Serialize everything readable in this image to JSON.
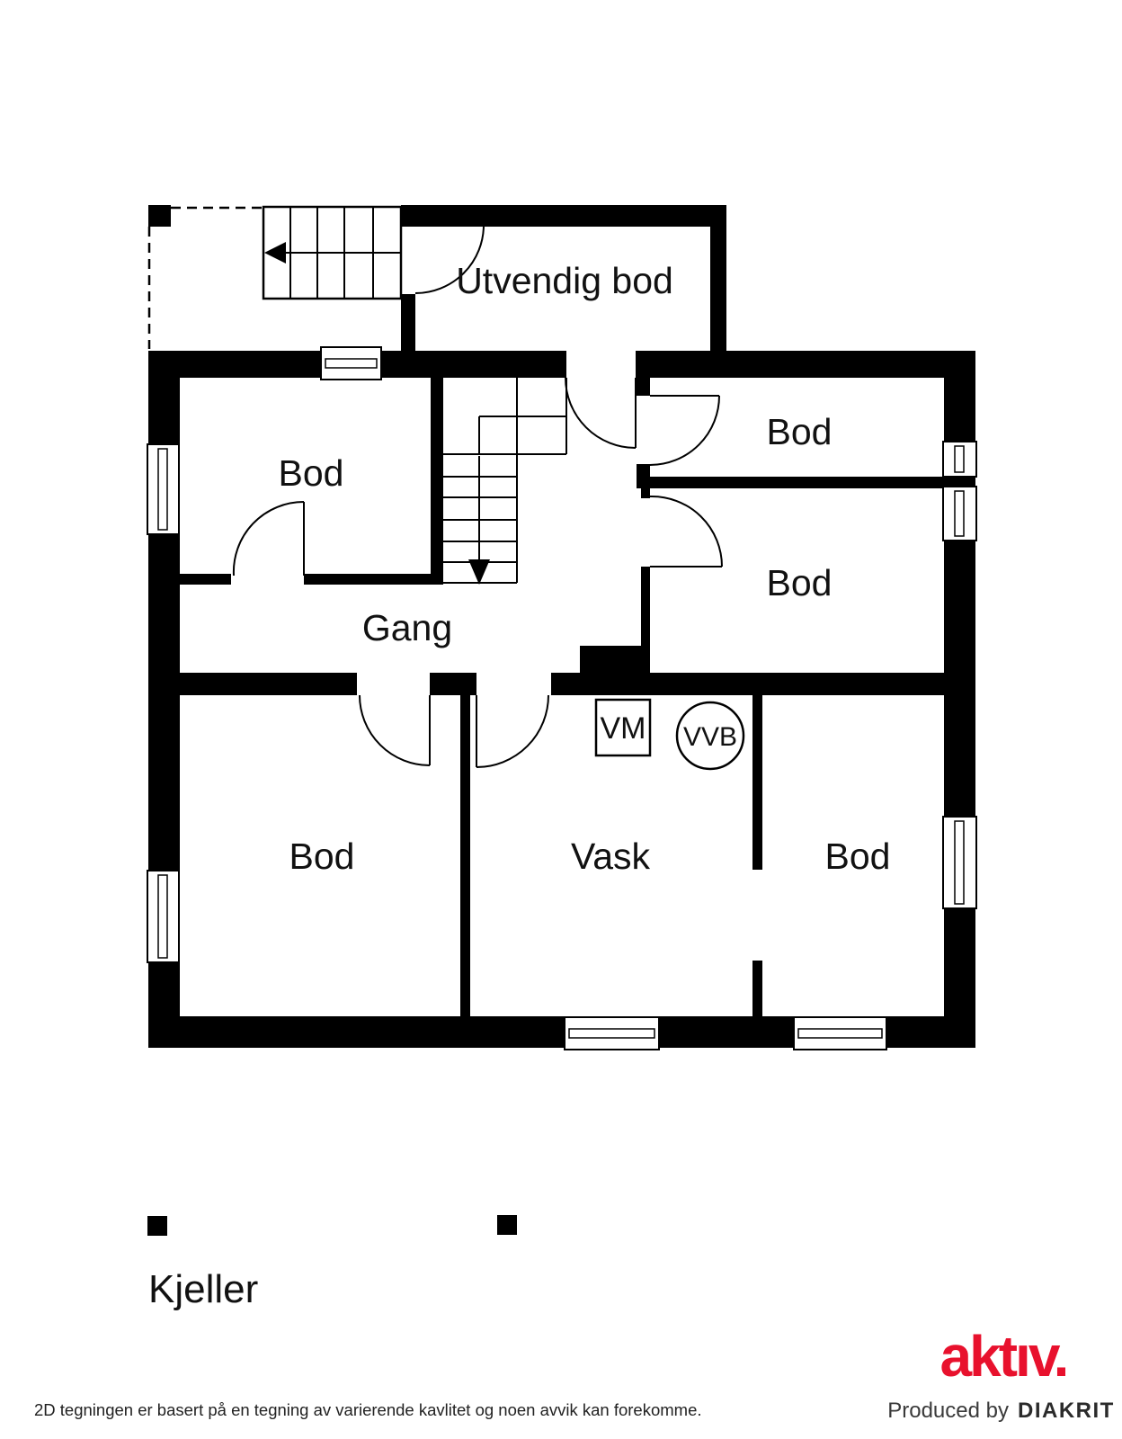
{
  "floor_plan": {
    "floor_label": "Kjeller",
    "rooms": {
      "utvendig_bod": "Utvendig bod",
      "bod_top_left": "Bod",
      "bod_top_right": "Bod",
      "bod_mid_right": "Bod",
      "gang": "Gang",
      "bod_bottom_left": "Bod",
      "vask": "Vask",
      "bod_bottom_right": "Bod"
    },
    "appliances": {
      "washing_machine": "VM",
      "water_heater": "VVB"
    },
    "icons": {
      "stairs_up_arrow": "left-arrow",
      "stairs_down_arrow": "down-arrow",
      "floor_markers": "black-square"
    }
  },
  "footer": {
    "disclaimer": "2D tegningen er basert på en tegning av varierende kavlitet og noen avvik kan forekomme.",
    "brand_logo": "aktıv.",
    "produced_by": "Produced by",
    "producer": "DIAKRIT"
  },
  "colors": {
    "wall": "#000000",
    "line": "#000000",
    "brand_red": "#e8112d",
    "footer_text": "#3a3a3a"
  }
}
